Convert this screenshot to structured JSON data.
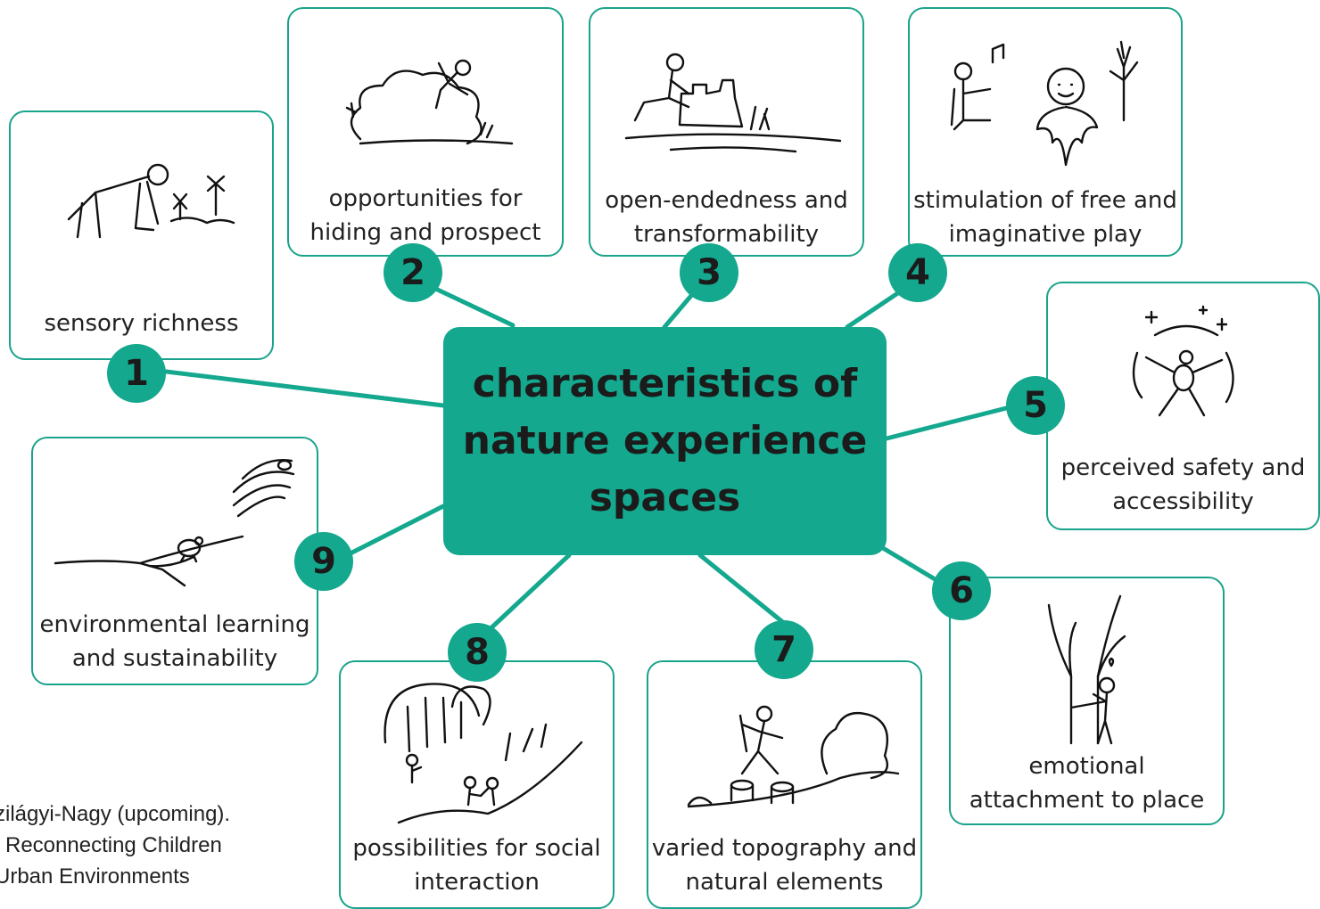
{
  "center": {
    "title": "characteristics of\nnature experience\nspaces"
  },
  "items": [
    {
      "number": "1",
      "label": "sensory richness",
      "icon": "crawling-child-sketch"
    },
    {
      "number": "2",
      "label": "opportunities for\nhiding and prospect",
      "icon": "child-in-bush-sketch"
    },
    {
      "number": "3",
      "label": "open-endedness and\ntransformability",
      "icon": "sandcastle-sketch"
    },
    {
      "number": "4",
      "label": "stimulation of free and\nimaginative play",
      "icon": "imaginary-plant-friend-sketch"
    },
    {
      "number": "5",
      "label": "perceived safety and\naccessibility",
      "icon": "snow-angel-sketch"
    },
    {
      "number": "6",
      "label": "emotional\nattachment to place",
      "icon": "hugging-tree-sketch"
    },
    {
      "number": "7",
      "label": "varied topography and\nnatural elements",
      "icon": "stepping-stumps-sketch"
    },
    {
      "number": "8",
      "label": "possibilities for social\ninteraction",
      "icon": "children-on-hill-sketch"
    },
    {
      "number": "9",
      "label": "environmental learning\nand sustainability",
      "icon": "insect-on-branch-sketch"
    }
  ],
  "citation": {
    "line1": "zilágyi-Nagy (upcoming).",
    "line2": "Reconnecting Children",
    "line3": "Urban Environments"
  },
  "colors": {
    "accent": "#14a88e",
    "border": "#1aa38b",
    "text": "#222222"
  }
}
